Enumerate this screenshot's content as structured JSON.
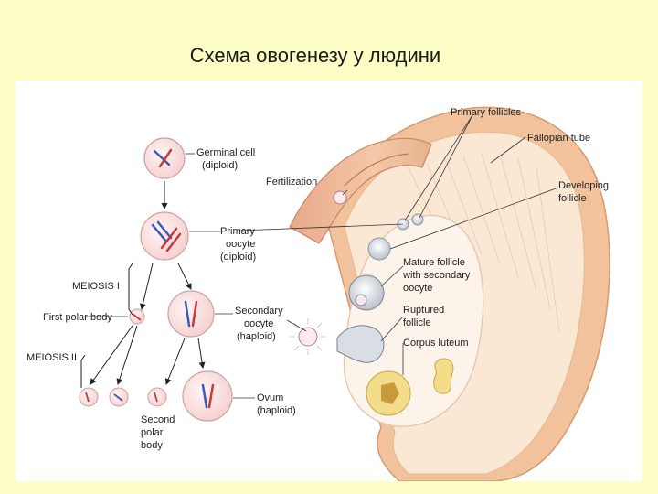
{
  "title": "Схема овогенезу у людини",
  "labels": {
    "germinal_cell": [
      "Germinal cell",
      "(diploid)"
    ],
    "primary_oocyte": [
      "Primary",
      "oocyte",
      "(diploid)"
    ],
    "meiosis_1": "MEIOSIS I",
    "first_polar_body": "First polar body",
    "secondary_oocyte": [
      "Secondary",
      "oocyte",
      "(haploid)"
    ],
    "meiosis_2": "MEIOSIS II",
    "second_polar_body": [
      "Second",
      "polar",
      "body"
    ],
    "ovum": [
      "Ovum",
      "(haploid)"
    ],
    "fertilization": "Fertilization",
    "primary_follicles": "Primary follicles",
    "fallopian_tube": "Fallopian tube",
    "developing_follicle": [
      "Developing",
      "follicle"
    ],
    "mature_follicle": [
      "Mature follicle",
      "with secondary",
      "oocyte"
    ],
    "ruptured_follicle": [
      "Ruptured",
      "follicle"
    ],
    "corpus_luteum": "Corpus luteum"
  },
  "colors": {
    "background": "#fdfdc6",
    "cell_fill": "#fbe3e3",
    "cell_stroke": "#c9a2a2",
    "chromosome_blue": "#3a5bb8",
    "chromosome_red": "#c83a3a",
    "tissue": "#f0c9a4",
    "tissue_dark": "#d9a07a",
    "follicle": "#dfe3ea",
    "corpus_luteum": "#f3dc8a"
  }
}
